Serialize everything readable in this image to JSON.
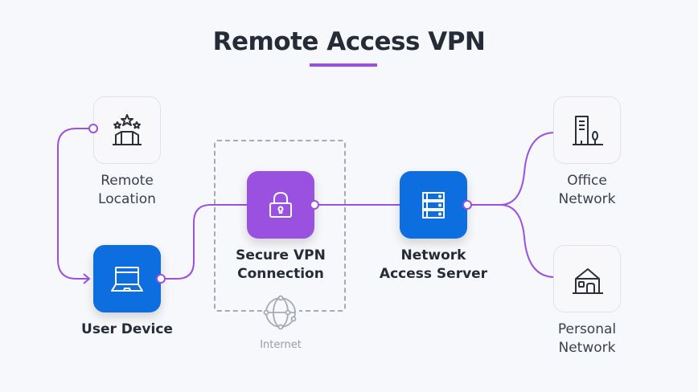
{
  "title": "Remote Access VPN",
  "colors": {
    "accent": "#9b51e0",
    "blue": "#0d6ee0",
    "text": "#262b38"
  },
  "nodes": {
    "remote_location": {
      "label_line1": "Remote",
      "label_line2": "Location",
      "icon": "podium-stars-icon"
    },
    "user_device": {
      "label": "User Device",
      "icon": "laptop-icon"
    },
    "secure_vpn": {
      "label_line1": "Secure VPN",
      "label_line2": "Connection",
      "icon": "lock-icon"
    },
    "internet": {
      "label": "Internet",
      "icon": "globe-icon"
    },
    "network_access_server": {
      "label_line1": "Network",
      "label_line2": "Access Server",
      "icon": "server-icon"
    },
    "office_network": {
      "label_line1": "Office",
      "label_line2": "Network",
      "icon": "office-building-icon"
    },
    "personal_network": {
      "label_line1": "Personal",
      "label_line2": "Network",
      "icon": "house-icon"
    }
  }
}
